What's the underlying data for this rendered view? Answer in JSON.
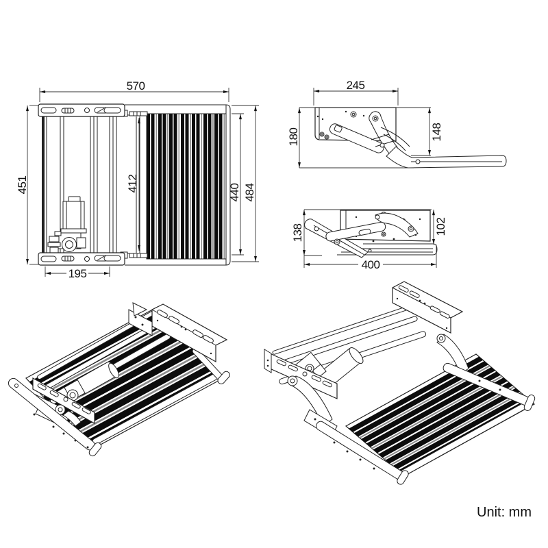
{
  "drawing": {
    "unit_note": "Unit: mm",
    "top_view": {
      "overall_width": "570",
      "overall_height_left": "451",
      "inner_length": "412",
      "tread_length": "440",
      "overall_height_right": "484",
      "bracket_spacing": "195"
    },
    "extended_side_view": {
      "bracket_width": "245",
      "overall_height": "180",
      "drop_height": "148"
    },
    "folded_side_view": {
      "folded_height": "138",
      "stack_height": "102",
      "overall_depth": "400"
    }
  }
}
